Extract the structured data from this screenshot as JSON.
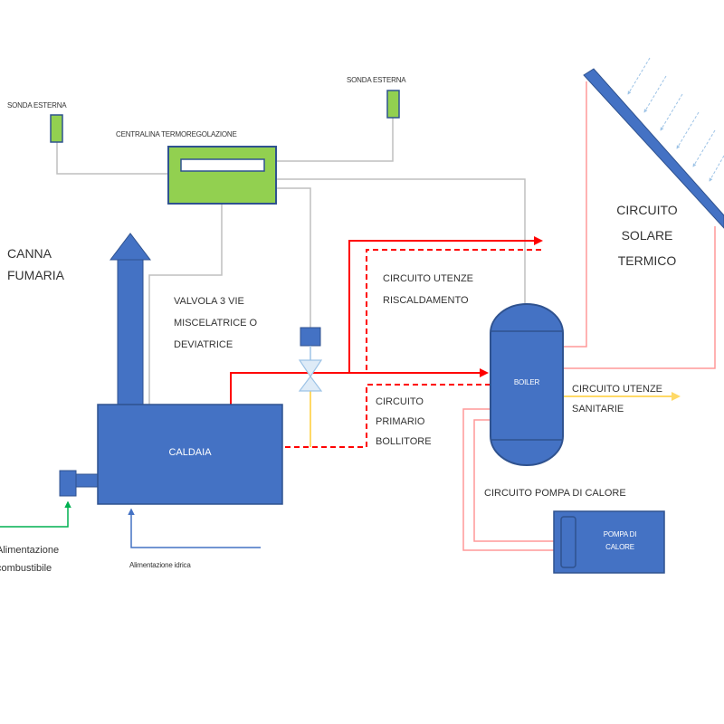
{
  "labels": {
    "probe_left": "SONDA ESTERNA",
    "probe_right": "SONDA ESTERNA",
    "controller": "CENTRALINA TERMOREGOLAZIONE",
    "chimney": [
      "CANNA",
      "FUMARIA"
    ],
    "valve": [
      "VALVOLA 3 VIE",
      "MISCELATRICE O",
      "DEVIATRICE"
    ],
    "heating_circuit": [
      "CIRCUITO UTENZE",
      "RISCALDAMENTO"
    ],
    "solar_circuit": [
      "CIRCUITO",
      "SOLARE",
      "TERMICO"
    ],
    "boiler_unit": "CALDAIA",
    "tank": "BOILER",
    "sanitary_circuit": [
      "CIRCUITO UTENZE",
      "SANITARIE"
    ],
    "primary_circuit": [
      "CIRCUITO",
      "PRIMARIO",
      "BOLLITORE"
    ],
    "heat_pump_circuit": "CIRCUITO POMPA DI CALORE",
    "heat_pump": [
      "POMPA DI",
      "CALORE"
    ],
    "fuel_supply": [
      "Alimentazione",
      "combustibile"
    ],
    "water_supply": "Alimentazione idrica"
  },
  "colors": {
    "equipment_blue": "#4472c4",
    "equipment_border": "#2f528f",
    "controller_green": "#92d050",
    "hot_line_red": "#ff0000",
    "return_line_pink": "#ff9999",
    "solar_arrow_blue": "#9dc3e6",
    "sanitary_yellow": "#ffd966",
    "fuel_green": "#00b050",
    "control_wire_grey": "#bfbfbf"
  }
}
